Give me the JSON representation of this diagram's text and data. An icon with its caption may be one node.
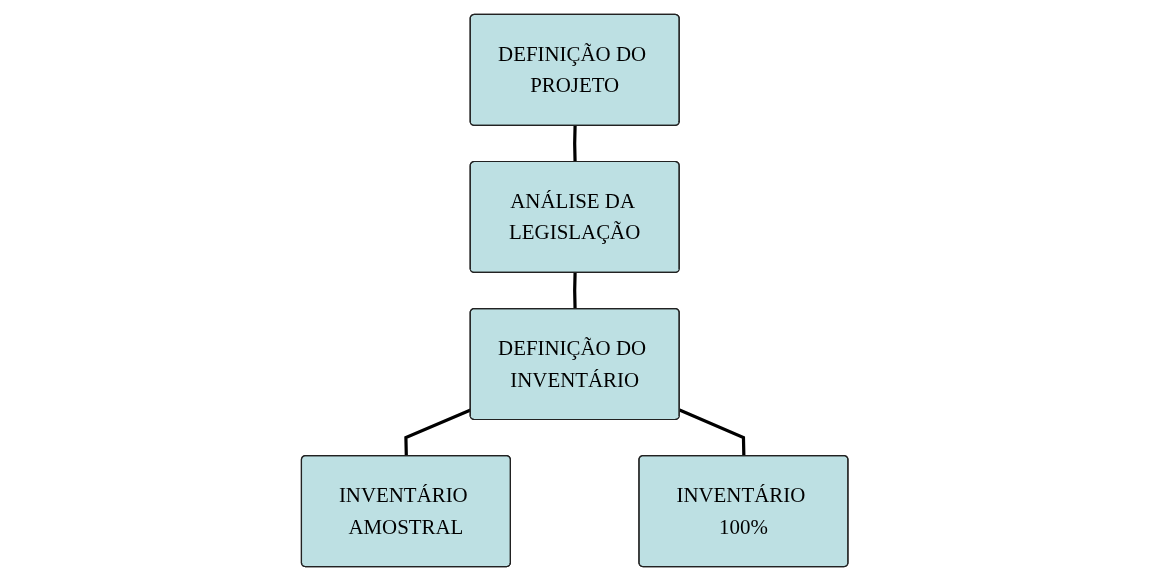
{
  "diagram": {
    "nodes": [
      {
        "text": [
          "DEFINIÇÃO DO PROJETO"
        ]
      },
      {
        "text": [
          "ANÁLISE DA LEGISLAÇÃO"
        ]
      },
      {
        "text": [
          "DEFINIÇÃO DO INVENTÁRIO"
        ]
      },
      {
        "text": [
          "INVENTÁRIO AMOSTRAL"
        ]
      },
      {
        "text": [
          "INVENTÁRIO 100%"
        ]
      }
    ],
    "edges": [
      {
        "from": 0,
        "to": 1,
        "arrow": "none"
      },
      {
        "from": 1,
        "to": 2,
        "arrow": "none"
      },
      {
        "from": 2,
        "to": 3,
        "arrow": "none"
      },
      {
        "from": 2,
        "to": 4,
        "arrow": "none"
      }
    ]
  }
}
